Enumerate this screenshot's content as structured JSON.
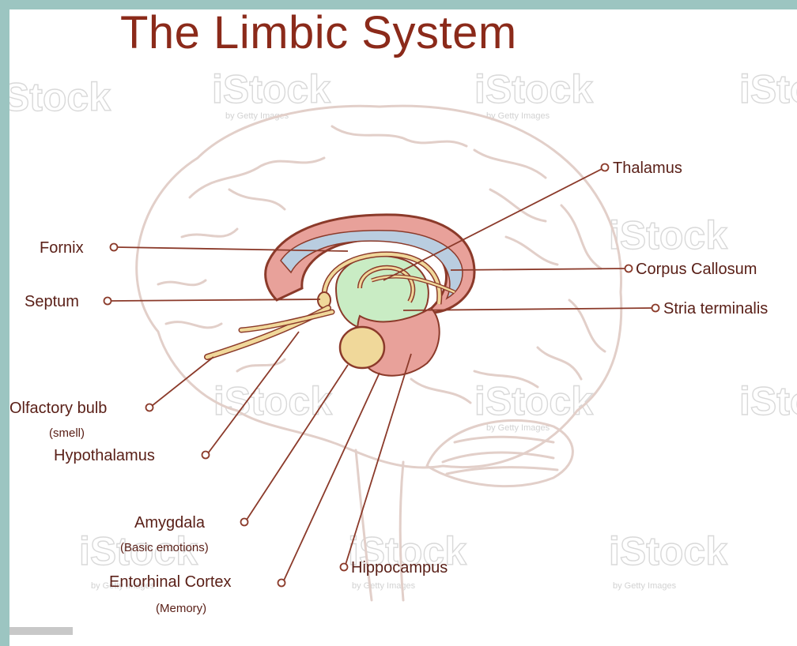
{
  "title": "The Limbic System",
  "labels": {
    "thalamus": "Thalamus",
    "fornix": "Fornix",
    "corpus_callosum": "Corpus Callosum",
    "septum": "Septum",
    "stria_terminalis": "Stria terminalis",
    "olfactory_bulb": "Olfactory bulb",
    "olfactory_note": "(smell)",
    "hypothalamus": "Hypothalamus",
    "amygdala": "Amygdala",
    "amygdala_note": "(Basic emotions)",
    "entorhinal_cortex": "Entorhinal Cortex",
    "entorhinal_note": "(Memory)",
    "hippocampus": "Hippocampus"
  },
  "watermark": {
    "text": "iStock",
    "subtext": "by Getty Images"
  },
  "colors": {
    "title": "#8b2a1a",
    "label": "#5a2018",
    "leader_line": "#8b3a2a",
    "brain_outline": "#e2cfc9",
    "cingulate": "#e8a19a",
    "corpus_callosum": "#b9cde0",
    "thalamus": "#c9ecc4",
    "fornix_yellow": "#f0d89a",
    "background": "#9cc5c1"
  }
}
